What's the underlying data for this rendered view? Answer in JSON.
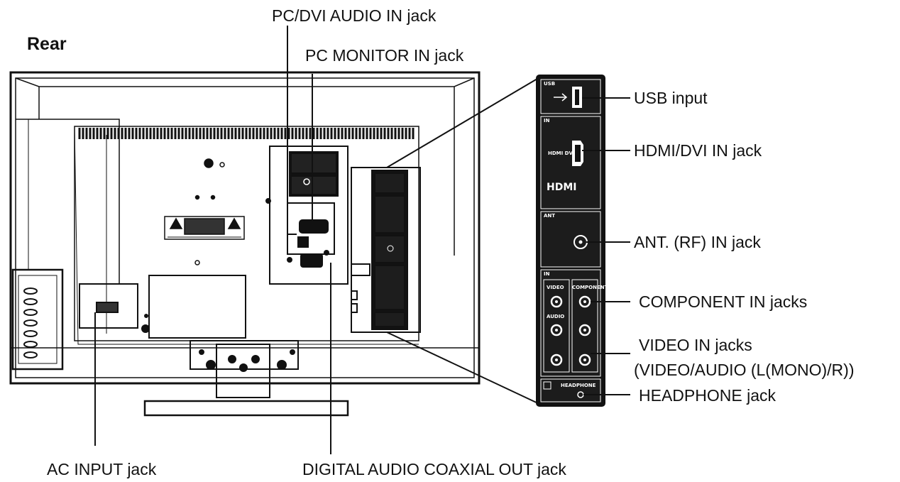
{
  "title": "Rear",
  "labels": {
    "pc_dvi_audio_in": "PC/DVI AUDIO IN jack",
    "pc_monitor_in": "PC MONITOR IN jack",
    "usb_input": "USB input",
    "hdmi_dvi_in": "HDMI/DVI IN jack",
    "ant_rf_in": "ANT. (RF) IN jack",
    "component_in": "COMPONENT IN jacks",
    "video_in_line1": "VIDEO IN jacks",
    "video_in_line2": "(VIDEO/AUDIO (L(MONO)/R))",
    "headphone": "HEADPHONE jack",
    "ac_input": "AC INPUT jack",
    "digital_audio_out": "DIGITAL AUDIO COAXIAL OUT jack"
  },
  "panel_markings": {
    "usb": "USB",
    "in": "IN",
    "hdmi_dvi": "HDMI DVI",
    "hdmi_logo": "HDMI",
    "ant": "ANT",
    "in2": "IN",
    "video": "VIDEO",
    "component": "COMPONENT",
    "audio": "AUDIO",
    "headphone": "HEADPHONE"
  },
  "colors": {
    "line": "#111111",
    "panel": "#121212",
    "background": "#ffffff"
  }
}
